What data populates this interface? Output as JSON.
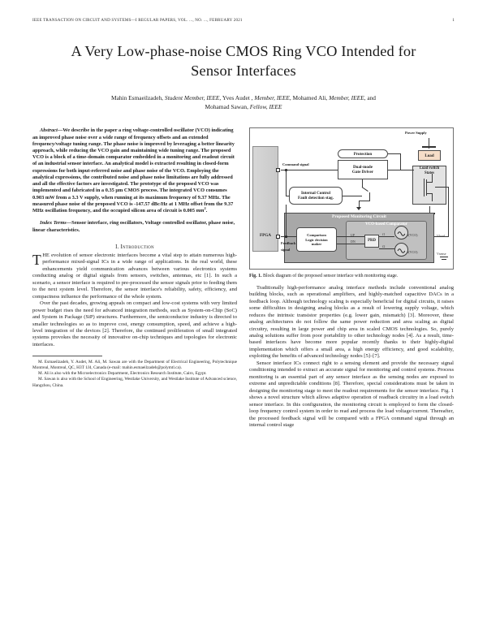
{
  "running_head": {
    "left": "IEEE TRANSACTION ON CIRCUIT AND SYSTEMS—I REGULAR PAPERS, VOL. ..., NO. ..., FEBRUARY 2021",
    "page_number": "1"
  },
  "title": "A Very Low-phase-noise CMOS Ring VCO Intended for Sensor Interfaces",
  "authors": {
    "line1_a": "Mahin Esmaeilzadeh, ",
    "line1_b": "Student Member, IEEE",
    "line1_c": ", Yves Audet , ",
    "line1_d": "Member, IEEE",
    "line1_e": ", Mohamed Ali, ",
    "line1_f": "Member, IEEE",
    "line1_g": ", and",
    "line2_a": "Mohamad Sawan, ",
    "line2_b": "Fellow, IEEE"
  },
  "abstract": {
    "lead": "Abstract",
    "dash": "—",
    "text": "We describe in the paper a ring voltage-controlled oscillator (VCO) indicating an improved phase noise over a wide range of frequency offsets and an extended frequency/voltage tuning range. The phase noise is improved by leveraging a better linearity approach, while reducing the VCO gain and maintaining wide tuning range. The proposed VCO is a block of a time-domain comparator embedded in a monitoring and readout circuit of an industrial sensor interface. An analytical model is extracted resulting in closed-form expressions for both input-referred noise and phase noise of the VCO. Employing the analytical expressions, the contributed noise and phase noise limitations are fully addressed and all the effective factors are investigated. The prototype of the proposed VCO was implemented and fabricated in a 0.35 ",
    "mu_cmos": "μm CMOS process. The integrated VCO consumes 0.903 mW from a 3.3 V supply, when running at its maximum frequency of 9.37 MHz. The measured phase noise of the proposed VCO is -147.57 dBc/Hz at 1 MHz offset from the 9.37 MHz oscillation frequency, and the occupied silicon area of circuit is 0.005 ",
    "unit": "mm",
    "unit_sup": "2",
    "period": "."
  },
  "index_terms": {
    "lead": "Index Terms",
    "dash": "—",
    "text": "Sensor interface, ring oscillators, Voltage controlled oscillator, phase noise, linear characteristics."
  },
  "sections": {
    "introduction_number": "I.",
    "introduction_title": "Introduction"
  },
  "body": {
    "intro_dropcap": "T",
    "intro_p1": "HE evolution of sensor electronic interfaces become a vital step to attain numerous high-performance mixed-signal ICs in a wide range of applications. In the real world, these enhancements yield communication advances between various electronics systems conducting analog or digital signals from sensors, switches, antennas, etc [1]. In such a scenario, a sensor interface is required to pre-processed the sensor signals prior to feeding them to the next system level. Therefore, the sensor interface's reliability, safety, efficiency, and compactness influence the performance of the whole system.",
    "intro_p2": "Over the past decades, growing appeals on compact and low-cost systems with very limited power budget rises the need for advanced integration methods, such as System-on-Chip (SoC) and System in Package (SiP) structures. Furthermore, the semiconductor industry is directed to smaller technologies so as to improve cost, energy consumption, speed, and achieve a high-level integration of the devices [2]. Therefore, the continued proliferation of small integrated systems provokes the necessity of innovative on-chip techniques and topologies for electronic interfaces.",
    "right_p1": "Traditionally high-performance analog interface methods include conventional analog building blocks, such as operational amplifiers, and highly-matched capacitive DACs in a feedback loop. Although technology scaling is especially beneficial for digital circuits, it raises some difficulties in designing analog blocks as a result of lowering supply voltage, which reduces the intrinsic transistor properties (e.g. lower gain, mismatch) [3]. Moreover, these analog architectures do not follow the same power reduction and area scaling as digital circuitry, resulting in large power and chip area in scaled CMOS technologies. So, purely analog solutions suffer from poor portability to other technology nodes [4]. As a result, time-based interfaces have become more popular recently thanks to their highly-digital implementation which offers a small area, a high energy efficiency, and good scalability, exploiting the benefits of advanced technology nodes [5]–[7].",
    "right_p2": "Sensor interface ICs connect right to a sensing element and provide the necessary signal conditioning intended to extract an accurate signal for monitoring and control systems. Process monitoring is an essential part of any sensor interface as the sensing nodes are exposed to extreme and unpredictable conditions [8]. Therefore, special considerations must be taken in designing the monitoring stage to meet the readout requirements for the sensor interface. Fig.  1 shows a novel structure which allows adaptive operation of readback circuitry in a load switch sensor interface. In this configuration, the monitoring circuit is employed to form the closed-loop frequency control system in order to read and process the load voltage/current. Thereafter, the processed feedback signal will be compared with a FPGA command signal through an internal control stage"
  },
  "footnotes": {
    "f1": "M. Esmaeilzadeh, Y. Audet, M. Ali, M. Sawan are with the Department of Electrical Engineering, Polytechnique Montreal, Montreal, QC, H3T 1J4, Canada (e-mail: mahin.esmaeilzadeh@polymtl.ca).",
    "f2": "M. Ali is also with the Microelectronics Department, Electronics Research Institute, Cairo, Egypt.",
    "f3": "M. Sawan is also with the School of Engineering, Westlake University, and Westlake Institute of Advanced science, Hangzhou, China."
  },
  "figure": {
    "caption_label": "Fig. 1.",
    "caption_text": "Block diagram of the proposed sensor interface with monitoring stage.",
    "labels": {
      "power_supply": "Power Supply",
      "command_signal": "Command signal",
      "feedback_signal_1": "Feedback",
      "feedback_signal_2": "signal",
      "fpga": "FPGA",
      "protection": "Protection",
      "gate_driver_1": "Dual-mode",
      "gate_driver_2": "Gate Driver",
      "internal_1": "Internal Control",
      "internal_2": "Fault detection stag.",
      "load": "Load",
      "load_switch_1": "Load switch",
      "load_switch_2": "States",
      "monitoring_title": "Proposed Monitoring Circuit",
      "vco_title": "VCO-based Comparator",
      "comparator_1": "Comparison",
      "comparator_2": "Logic decision",
      "comparator_3": "maker",
      "prd": "PRD",
      "up": "UP",
      "dn": "DN",
      "f1": "f1",
      "f2": "f2",
      "vco1": "f(VCO)",
      "vco2": "f(VCO)",
      "vload": "Vload",
      "vsense": "Vsense"
    },
    "colors": {
      "load_fill": "#f6ddc8",
      "monitoring_fill": "#a8a8a8",
      "vco_fill": "#c0c0c0",
      "fpga_fill": "#d2d2d2"
    }
  }
}
